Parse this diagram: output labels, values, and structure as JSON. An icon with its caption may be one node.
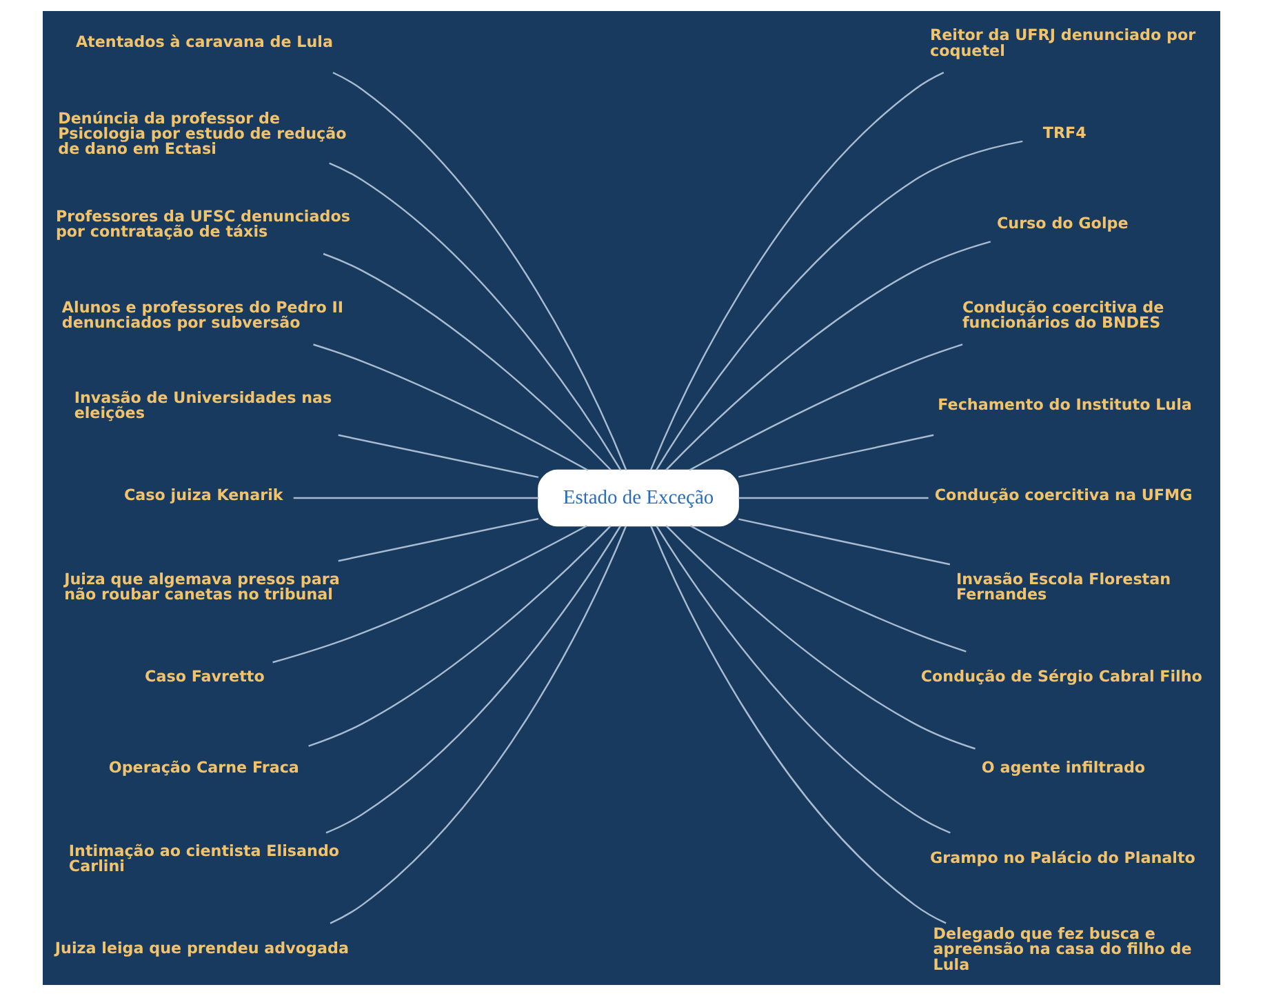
{
  "diagram": {
    "nodes": [
      {
        "text": [
          "Estado de Exceção"
        ]
      },
      {
        "text": [
          "Atentados à caravana de Lula"
        ]
      },
      {
        "text": [
          "Denúncia da professor de Psicologia por estudo de redução de dano em Ectasi"
        ]
      },
      {
        "text": [
          "Professores da UFSC denunciados por contratação de táxis"
        ]
      },
      {
        "text": [
          "Alunos e professores do Pedro II denunciados por subversão"
        ]
      },
      {
        "text": [
          "Invasão de Universidades nas eleições"
        ]
      },
      {
        "text": [
          "Caso juiza Kenarik"
        ]
      },
      {
        "text": [
          "Juiza que algemava presos para não roubar canetas no tribunal"
        ]
      },
      {
        "text": [
          "Caso Favretto"
        ]
      },
      {
        "text": [
          "Operação Carne Fraca"
        ]
      },
      {
        "text": [
          "Intimação ao cientista Elisando Carlini"
        ]
      },
      {
        "text": [
          "Juiza leiga que prendeu advogada"
        ]
      },
      {
        "text": [
          "Reitor da UFRJ denunciado por coquetel"
        ]
      },
      {
        "text": [
          "TRF4"
        ]
      },
      {
        "text": [
          "Curso do Golpe"
        ]
      },
      {
        "text": [
          "Condução coercitiva de funcionários do BNDES"
        ]
      },
      {
        "text": [
          "Fechamento do Instituto Lula"
        ]
      },
      {
        "text": [
          "Condução coercitiva na UFMG"
        ]
      },
      {
        "text": [
          "Invasão Escola Florestan Fernandes"
        ]
      },
      {
        "text": [
          "Condução de Sérgio Cabral Filho"
        ]
      },
      {
        "text": [
          "O agente infiltrado"
        ]
      },
      {
        "text": [
          "Grampo no Palácio do Planalto"
        ]
      },
      {
        "text": [
          "Delegado que fez busca e apreensão na casa do filho de Lula"
        ]
      }
    ],
    "edges": [
      {
        "from": 0,
        "to": 1,
        "arrow": "none"
      },
      {
        "from": 0,
        "to": 2,
        "arrow": "none"
      },
      {
        "from": 0,
        "to": 3,
        "arrow": "none"
      },
      {
        "from": 0,
        "to": 4,
        "arrow": "none"
      },
      {
        "from": 0,
        "to": 5,
        "arrow": "none"
      },
      {
        "from": 0,
        "to": 6,
        "arrow": "none"
      },
      {
        "from": 0,
        "to": 7,
        "arrow": "none"
      },
      {
        "from": 0,
        "to": 8,
        "arrow": "none"
      },
      {
        "from": 0,
        "to": 9,
        "arrow": "none"
      },
      {
        "from": 0,
        "to": 10,
        "arrow": "none"
      },
      {
        "from": 0,
        "to": 11,
        "arrow": "none"
      },
      {
        "from": 0,
        "to": 12,
        "arrow": "none"
      },
      {
        "from": 0,
        "to": 13,
        "arrow": "none"
      },
      {
        "from": 0,
        "to": 14,
        "arrow": "none"
      },
      {
        "from": 0,
        "to": 15,
        "arrow": "none"
      },
      {
        "from": 0,
        "to": 16,
        "arrow": "none"
      },
      {
        "from": 0,
        "to": 17,
        "arrow": "none"
      },
      {
        "from": 0,
        "to": 18,
        "arrow": "none"
      },
      {
        "from": 0,
        "to": 19,
        "arrow": "none"
      },
      {
        "from": 0,
        "to": 20,
        "arrow": "none"
      },
      {
        "from": 0,
        "to": 21,
        "arrow": "none"
      },
      {
        "from": 0,
        "to": 22,
        "arrow": "none"
      }
    ]
  }
}
